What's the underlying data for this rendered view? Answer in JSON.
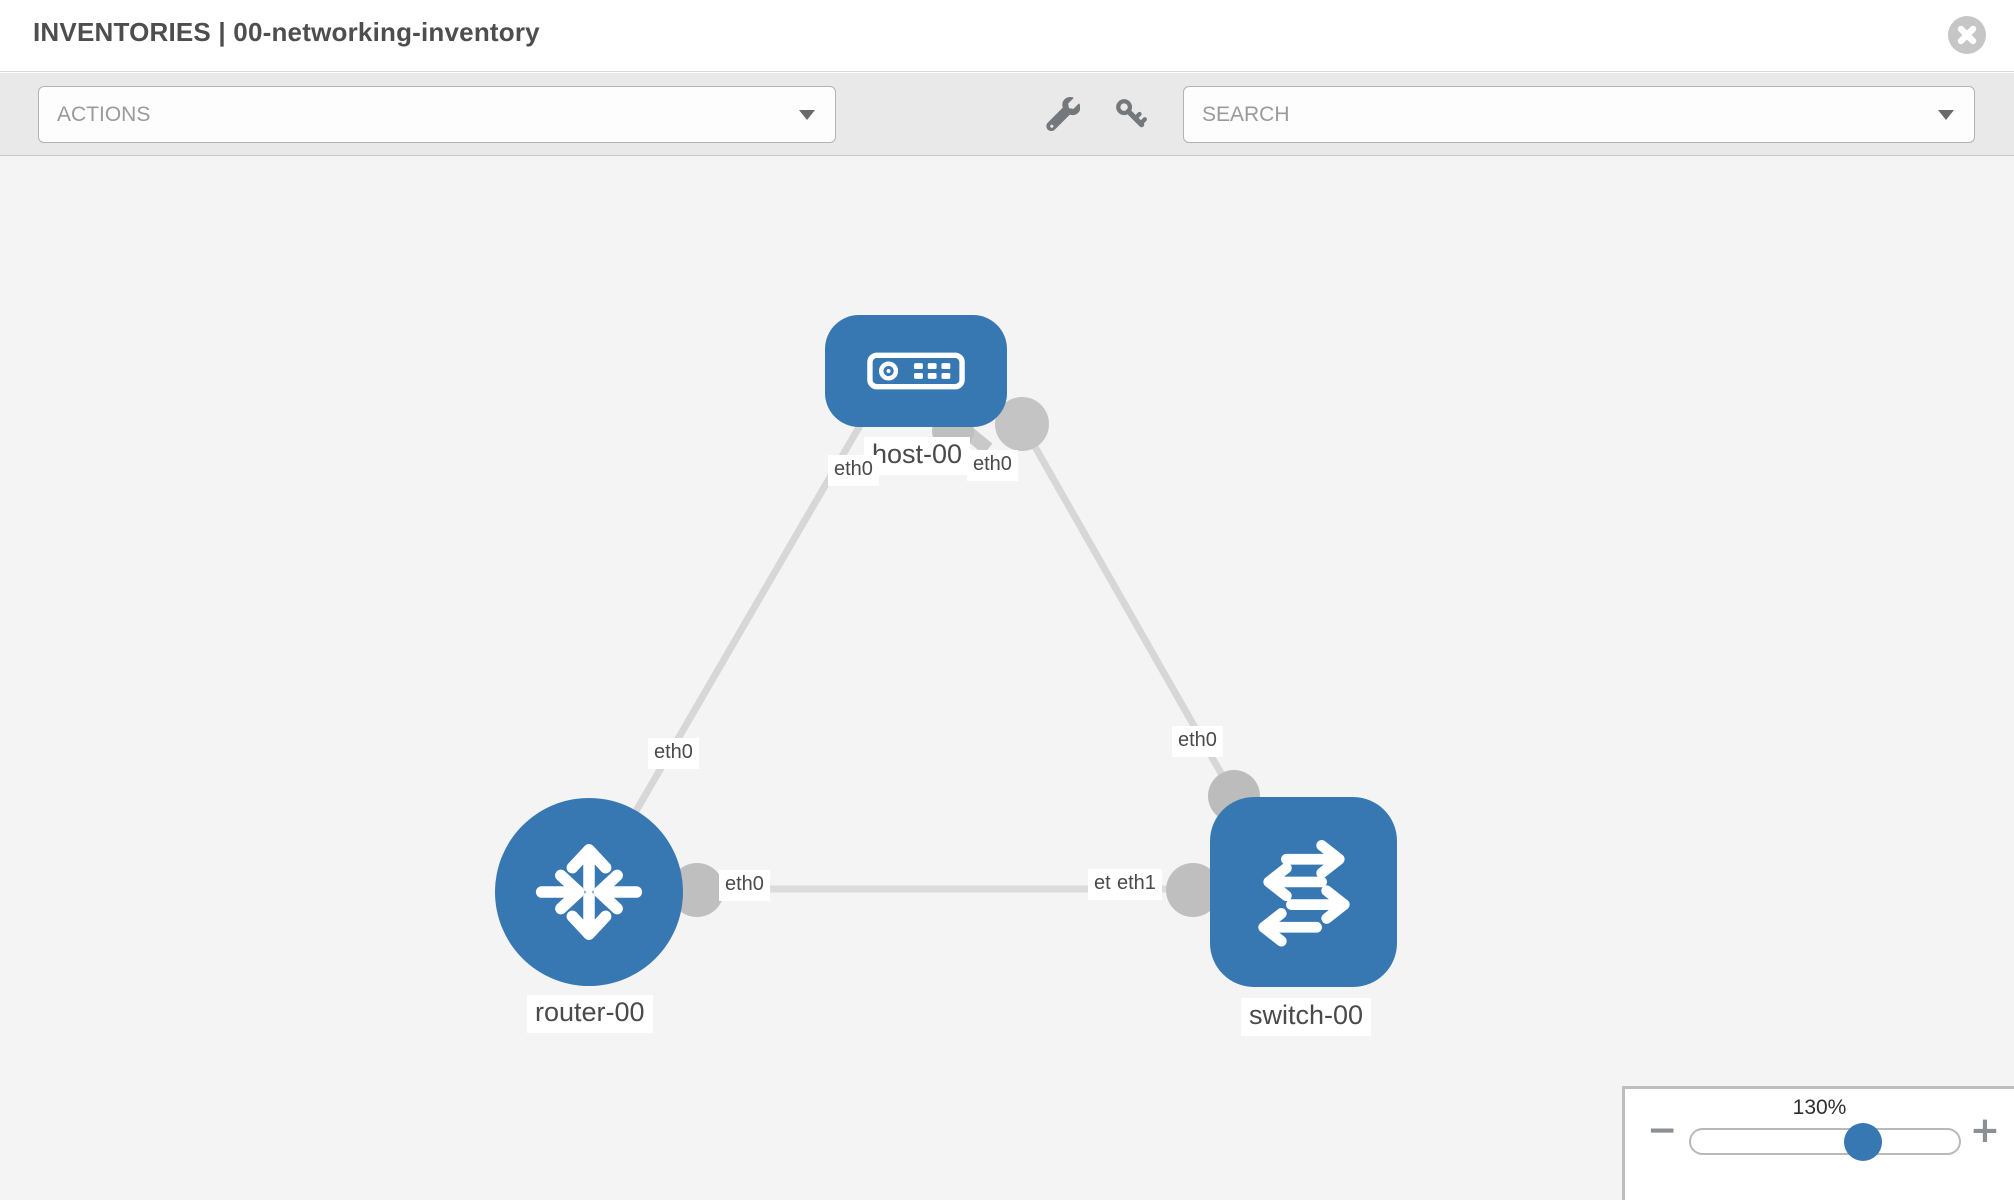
{
  "header": {
    "title": "INVENTORIES | 00-networking-inventory"
  },
  "toolbar": {
    "actions_placeholder": "ACTIONS",
    "search_placeholder": "SEARCH",
    "icons": [
      "wrench-icon",
      "key-icon"
    ]
  },
  "topology": {
    "nodes": [
      {
        "id": "host-00",
        "label": "host-00",
        "type": "host",
        "icon": "host-icon",
        "shape": "rounded-square"
      },
      {
        "id": "router-00",
        "label": "router-00",
        "type": "router",
        "icon": "router-icon",
        "shape": "circle"
      },
      {
        "id": "switch-00",
        "label": "switch-00",
        "type": "switch",
        "icon": "switch-icon",
        "shape": "rounded-square"
      }
    ],
    "links": [
      {
        "from": "router-00",
        "to": "host-00",
        "from_interface": "eth0",
        "to_interface": "eth0"
      },
      {
        "from": "host-00",
        "to": "switch-00",
        "from_interface": "eth0",
        "to_interface": "eth0"
      },
      {
        "from": "router-00",
        "to": "switch-00",
        "from_interface": "eth0",
        "to_interface": "eth1"
      }
    ],
    "interface_labels": [
      "eth0",
      "eth0",
      "eth0",
      "eth0",
      "eth0",
      "eth0",
      "eth1"
    ]
  },
  "zoom_control": {
    "level": "130%",
    "minus_label": "−",
    "plus_label": "+"
  },
  "colors": {
    "node_blue": "#3878b2",
    "link_gray": "#d7d7d7",
    "interface_gray": "#bfbfbf",
    "canvas_bg": "#f4f4f4",
    "toolbar_bg": "#e9e9e9"
  }
}
